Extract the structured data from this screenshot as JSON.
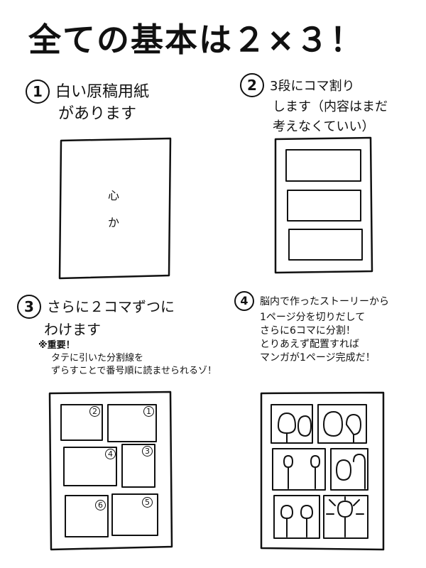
{
  "title": "全ての基本は２×３！",
  "steps": [
    {
      "num": "1",
      "line1": "白い原稿用紙",
      "line2": "があります"
    },
    {
      "num": "2",
      "line1": "3段にコマ割り",
      "line2": "します（内容はまだ",
      "line3": "考えなくていい）"
    },
    {
      "num": "3",
      "line1": "さらに２コマずつに",
      "line2": "わけます",
      "note_title": "※重要！",
      "note_line1": "タテに引いた分割線を",
      "note_line2": "ずらすことで番号順に読ませられるゾ！"
    },
    {
      "num": "4",
      "line1": "脳内で作ったストーリーから",
      "line2": "1ページ分を切りだして",
      "line3": "さらに6コマに分割！",
      "line4": "とりあえず配置すれば",
      "line5": "マンガが1ページ完成だ！"
    }
  ],
  "paper_marks": [
    "心",
    "か"
  ],
  "panel_numbers": [
    "2",
    "1",
    "4",
    "3",
    "6",
    "5"
  ]
}
